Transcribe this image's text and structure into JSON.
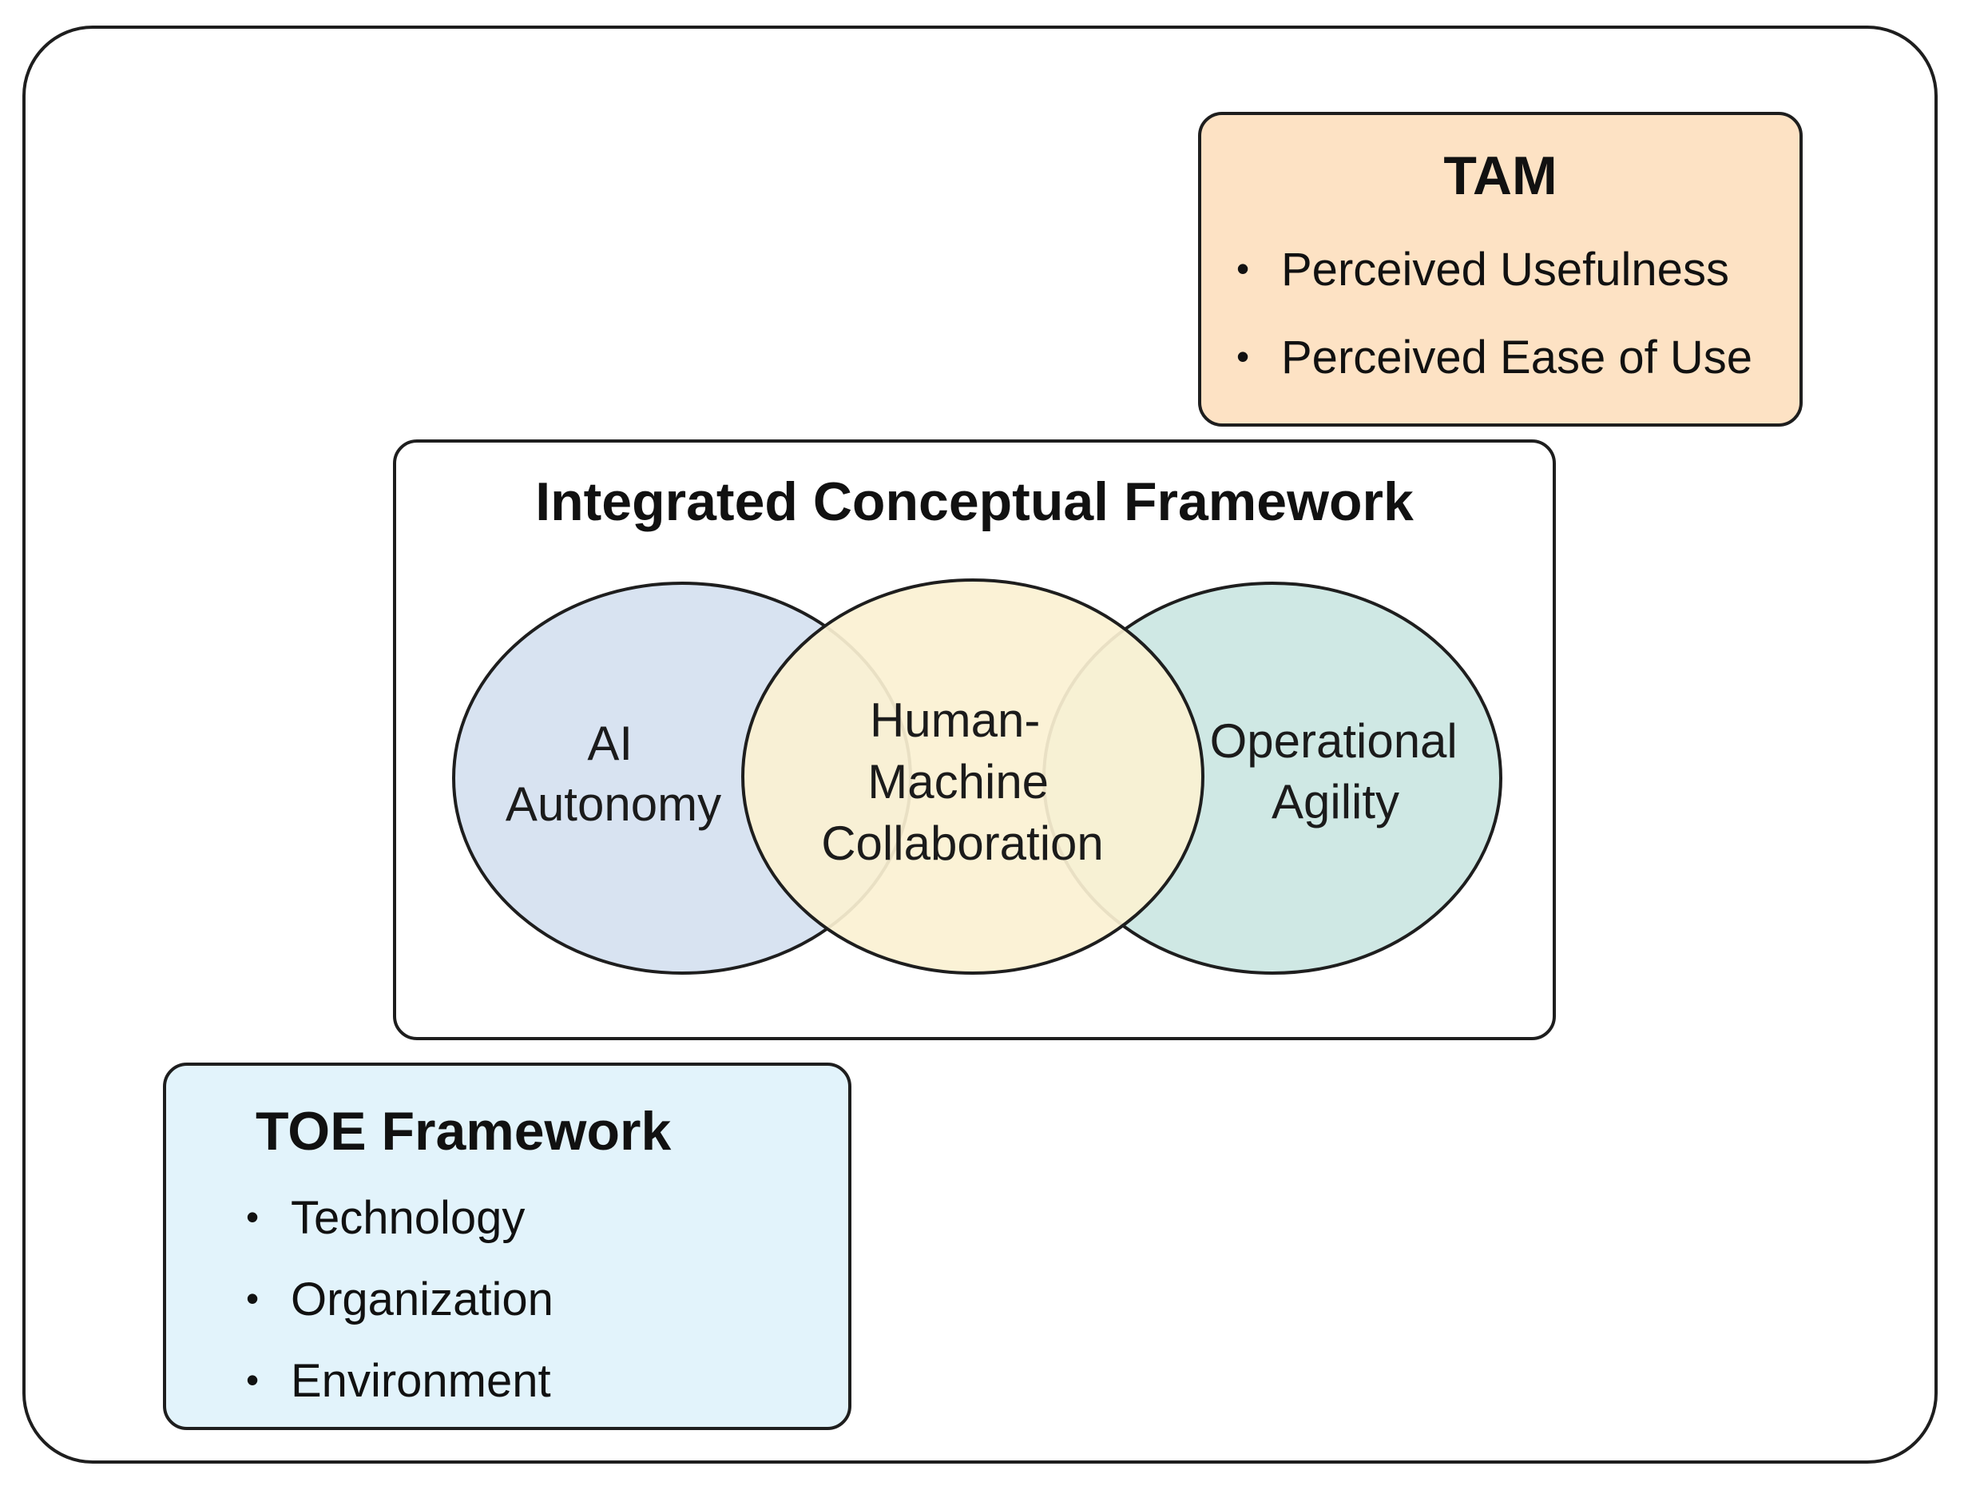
{
  "tam": {
    "title": "TAM",
    "items": [
      "Perceived Usefulness",
      "Perceived Ease of Use"
    ]
  },
  "integrated": {
    "title": "Integrated Conceptual Framework",
    "circles": {
      "left": {
        "lines": [
          "AI",
          "Autonomy"
        ],
        "color": "#d8e3f1"
      },
      "center": {
        "lines": [
          "Human-",
          "Machine",
          "Collaboration"
        ],
        "color": "#fbf1d2"
      },
      "right": {
        "lines": [
          "Operational",
          "Agility"
        ],
        "color": "#cfe8e4"
      }
    }
  },
  "toe": {
    "title": "TOE Framework",
    "items": [
      "Technology",
      "Organization",
      "Environment"
    ]
  },
  "colors": {
    "tam_fill": "#fde2c4",
    "toe_fill": "#e2f3fb",
    "stroke": "#1e1e1e"
  },
  "bullet_char": "•"
}
